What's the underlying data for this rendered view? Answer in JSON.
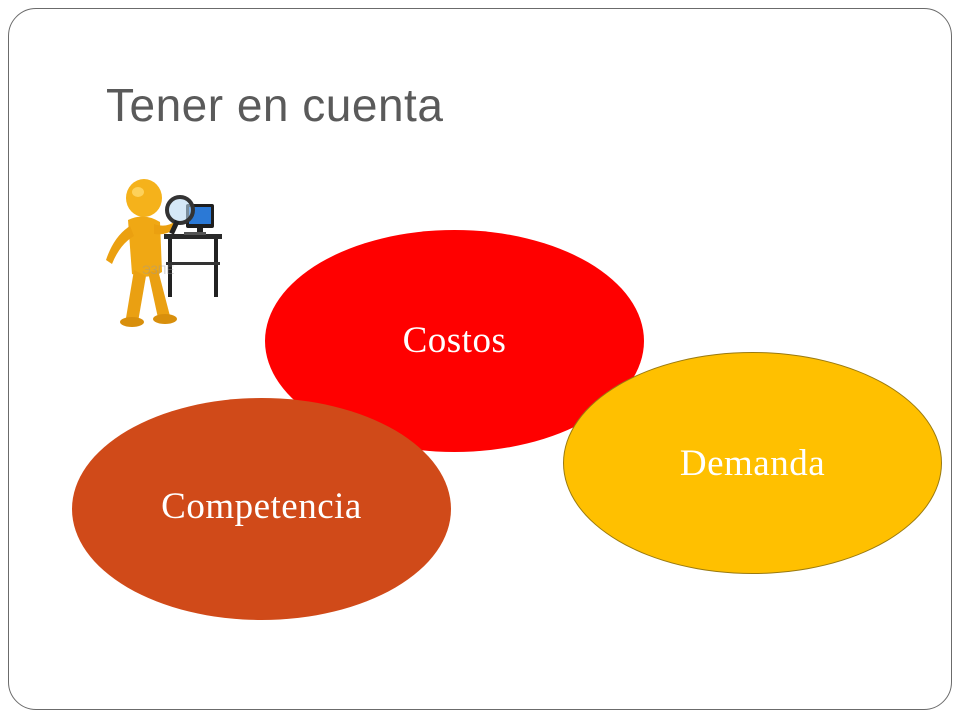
{
  "slide": {
    "title": "Tener en cuenta"
  },
  "diagram": {
    "items": [
      {
        "label": "Costos",
        "color": "#ff0000"
      },
      {
        "label": "Demanda",
        "color": "#ffc000"
      },
      {
        "label": "Competencia",
        "color": "#d04a19"
      }
    ]
  },
  "illustration": {
    "icon": "person-with-magnifying-glass-at-computer-icon"
  }
}
